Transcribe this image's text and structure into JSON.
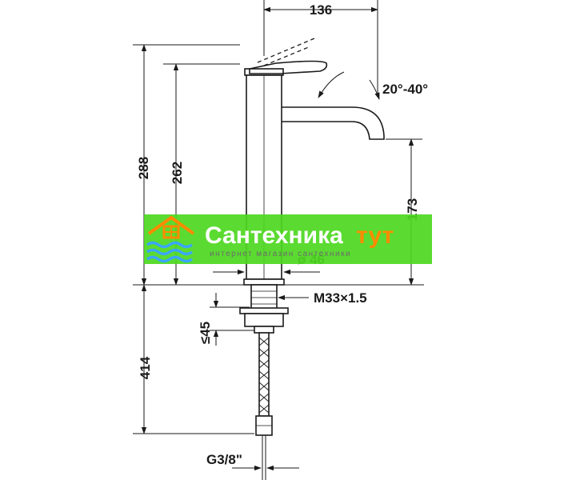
{
  "dimensions": {
    "width_top": "136",
    "angle": "20°-40°",
    "height_total": "288",
    "height_spout": "262",
    "height_outlet": "173",
    "diameter": "ø 46",
    "thread": "M33×1.5",
    "max_thickness": "≤45",
    "hose_length": "414",
    "connection": "G3/8\""
  },
  "watermark": {
    "brand_main": "Сантехника",
    "brand_accent": "тут",
    "tagline": "интернет магазин сантехники",
    "colors": {
      "band": "#4dd81f",
      "accent": "#ff8a00",
      "text": "#ffffff"
    }
  }
}
